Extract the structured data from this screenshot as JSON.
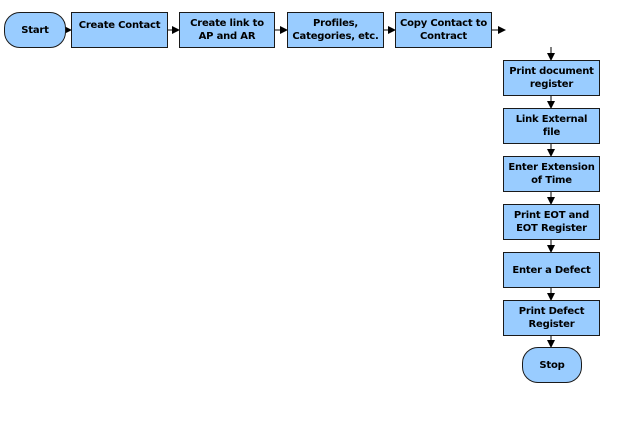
{
  "nodes": {
    "start": "Start",
    "create_contact": "Create Contact",
    "create_link": "Create link to AP and AR",
    "profiles": "Profiles, Categories, etc.",
    "copy_contact": "Copy Contact to Contract",
    "print_document_register": "Print document register",
    "link_external_file": "Link External file",
    "enter_extension": "Enter Extension of Time",
    "print_eot": "Print EOT and EOT Register",
    "enter_defect": "Enter a Defect",
    "print_defect_register": "Print Defect Register",
    "stop": "Stop"
  },
  "colors": {
    "node_fill": "#99ccff",
    "node_border": "#1a1a1a",
    "connector": "#000000"
  }
}
